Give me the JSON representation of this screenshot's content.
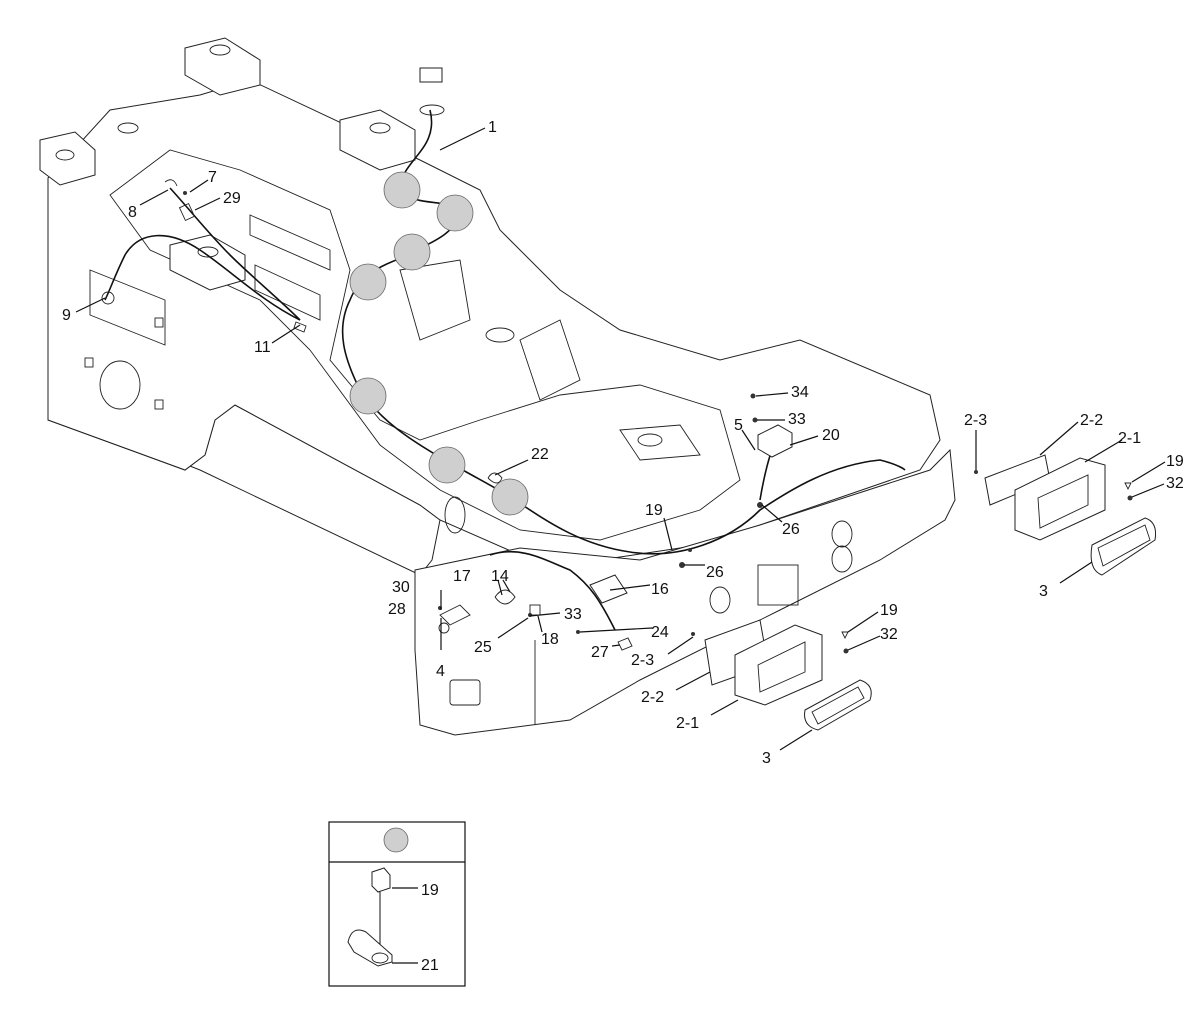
{
  "labels": {
    "l1": "1",
    "l7": "7",
    "l8": "8",
    "l29": "29",
    "l9": "9",
    "l11": "11",
    "l34": "34",
    "l33a": "33",
    "l5": "5",
    "l20": "20",
    "l22": "22",
    "l19a": "19",
    "l26a": "26",
    "l26b": "26",
    "l16": "16",
    "l30": "30",
    "l28": "28",
    "l17": "17",
    "l14": "14",
    "l33b": "33",
    "l25": "25",
    "l18": "18",
    "l24": "24",
    "l27": "27",
    "l4": "4",
    "l23b": "2-3",
    "l22b": "2-2",
    "l21b": "2-1",
    "l3b": "3",
    "l19b": "19",
    "l32b": "32",
    "l23r": "2-3",
    "l22r": "2-2",
    "l21r": "2-1",
    "l19r": "19",
    "l32r": "32",
    "l3r": "3",
    "inset19": "19",
    "inset21": "21"
  }
}
